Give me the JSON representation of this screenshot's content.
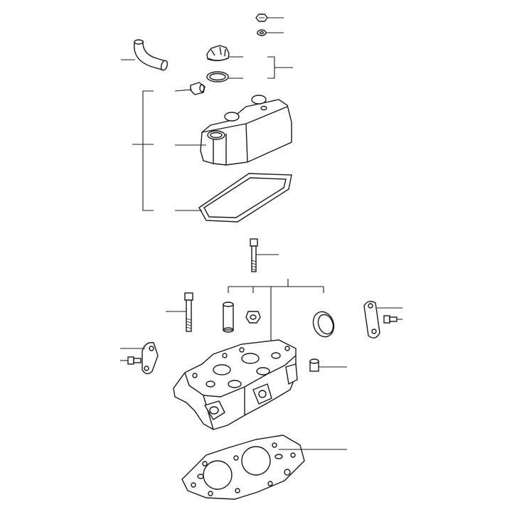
{
  "diagram": {
    "type": "exploded parts diagram",
    "colors": {
      "line": "#1a1a1a",
      "background": "#ffffff"
    },
    "parts": [
      {
        "name": "cover-nut",
        "icon": "hex-nut-icon"
      },
      {
        "name": "cover-washer",
        "icon": "washer-icon"
      },
      {
        "name": "breather-hose",
        "icon": "hose-icon"
      },
      {
        "name": "oil-filler-cap",
        "icon": "cap-icon"
      },
      {
        "name": "cap-o-ring",
        "icon": "o-ring-icon"
      },
      {
        "name": "breather-fitting",
        "icon": "fitting-icon"
      },
      {
        "name": "rocker-cover",
        "icon": "cover-icon"
      },
      {
        "name": "rocker-cover-gasket",
        "icon": "gasket-icon"
      },
      {
        "name": "head-bolt-short",
        "icon": "bolt-icon"
      },
      {
        "name": "head-bolt-long",
        "icon": "bolt-icon"
      },
      {
        "name": "dowel-sleeve",
        "icon": "sleeve-icon"
      },
      {
        "name": "plug-nut",
        "icon": "nut-icon"
      },
      {
        "name": "core-plug",
        "icon": "plug-icon"
      },
      {
        "name": "lifting-eye-rear",
        "icon": "bracket-icon"
      },
      {
        "name": "lifting-eye-front",
        "icon": "bracket-icon"
      },
      {
        "name": "lifting-eye-bolt",
        "icon": "bolt-icon"
      },
      {
        "name": "cylinder-head",
        "icon": "cylinder-head-icon"
      },
      {
        "name": "valve-stem-seal",
        "icon": "seal-icon"
      },
      {
        "name": "head-gasket",
        "icon": "head-gasket-icon"
      }
    ]
  }
}
